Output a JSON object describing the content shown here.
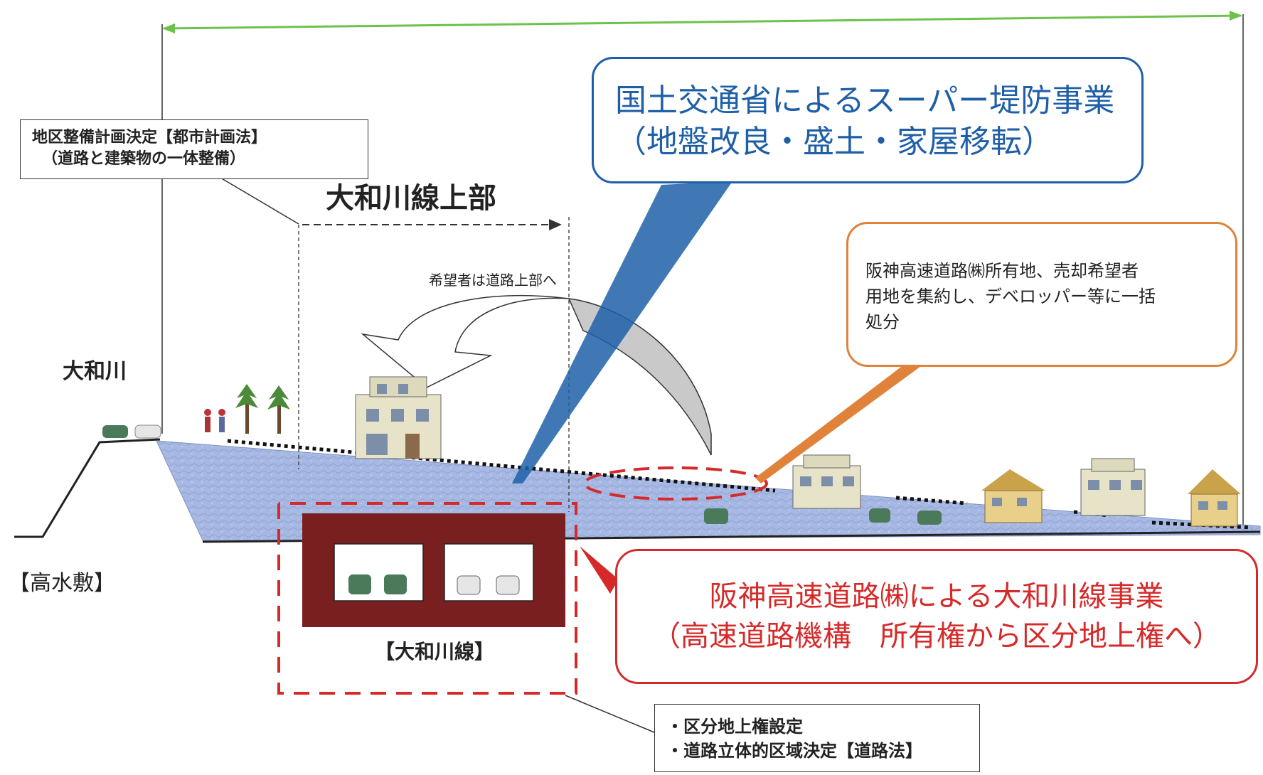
{
  "labels": {
    "river_name": "大和川",
    "riverbed": "【高水敷】",
    "upper_section": "大和川線上部",
    "relocation_note": "希望者は道路上部へ",
    "tunnel_label": "【大和川線】"
  },
  "callouts": {
    "district_plan": {
      "line1": "地区整備計画決定【都市計画法】",
      "line2": "（道路と建築物の一体整備）"
    },
    "super_levee": {
      "line1": "国土交通省によるスーパー堤防事業",
      "line2": "（地盤改良・盛土・家屋移転）"
    },
    "land_sale": {
      "line1": "阪神高速道路㈱所有地、売却希望者",
      "line2": "用地を集約し、デベロッパー等に一括",
      "line3": "処分"
    },
    "hanshin_project": {
      "line1": "阪神高速道路㈱による大和川線事業",
      "line2": "（高速道路機構　所有権から区分地上権へ）"
    },
    "legal": {
      "line1": "・区分地上権設定",
      "line2": "・道路立体的区域決定【道路法】"
    }
  },
  "colors": {
    "levee_fill": "#9fb3e0",
    "tunnel_wall": "#7a1f1f",
    "blue_callout": "#1f5fa8",
    "orange_callout": "#e0823a",
    "red_callout": "#d62a2a",
    "width_arrow": "#6cc24a"
  }
}
